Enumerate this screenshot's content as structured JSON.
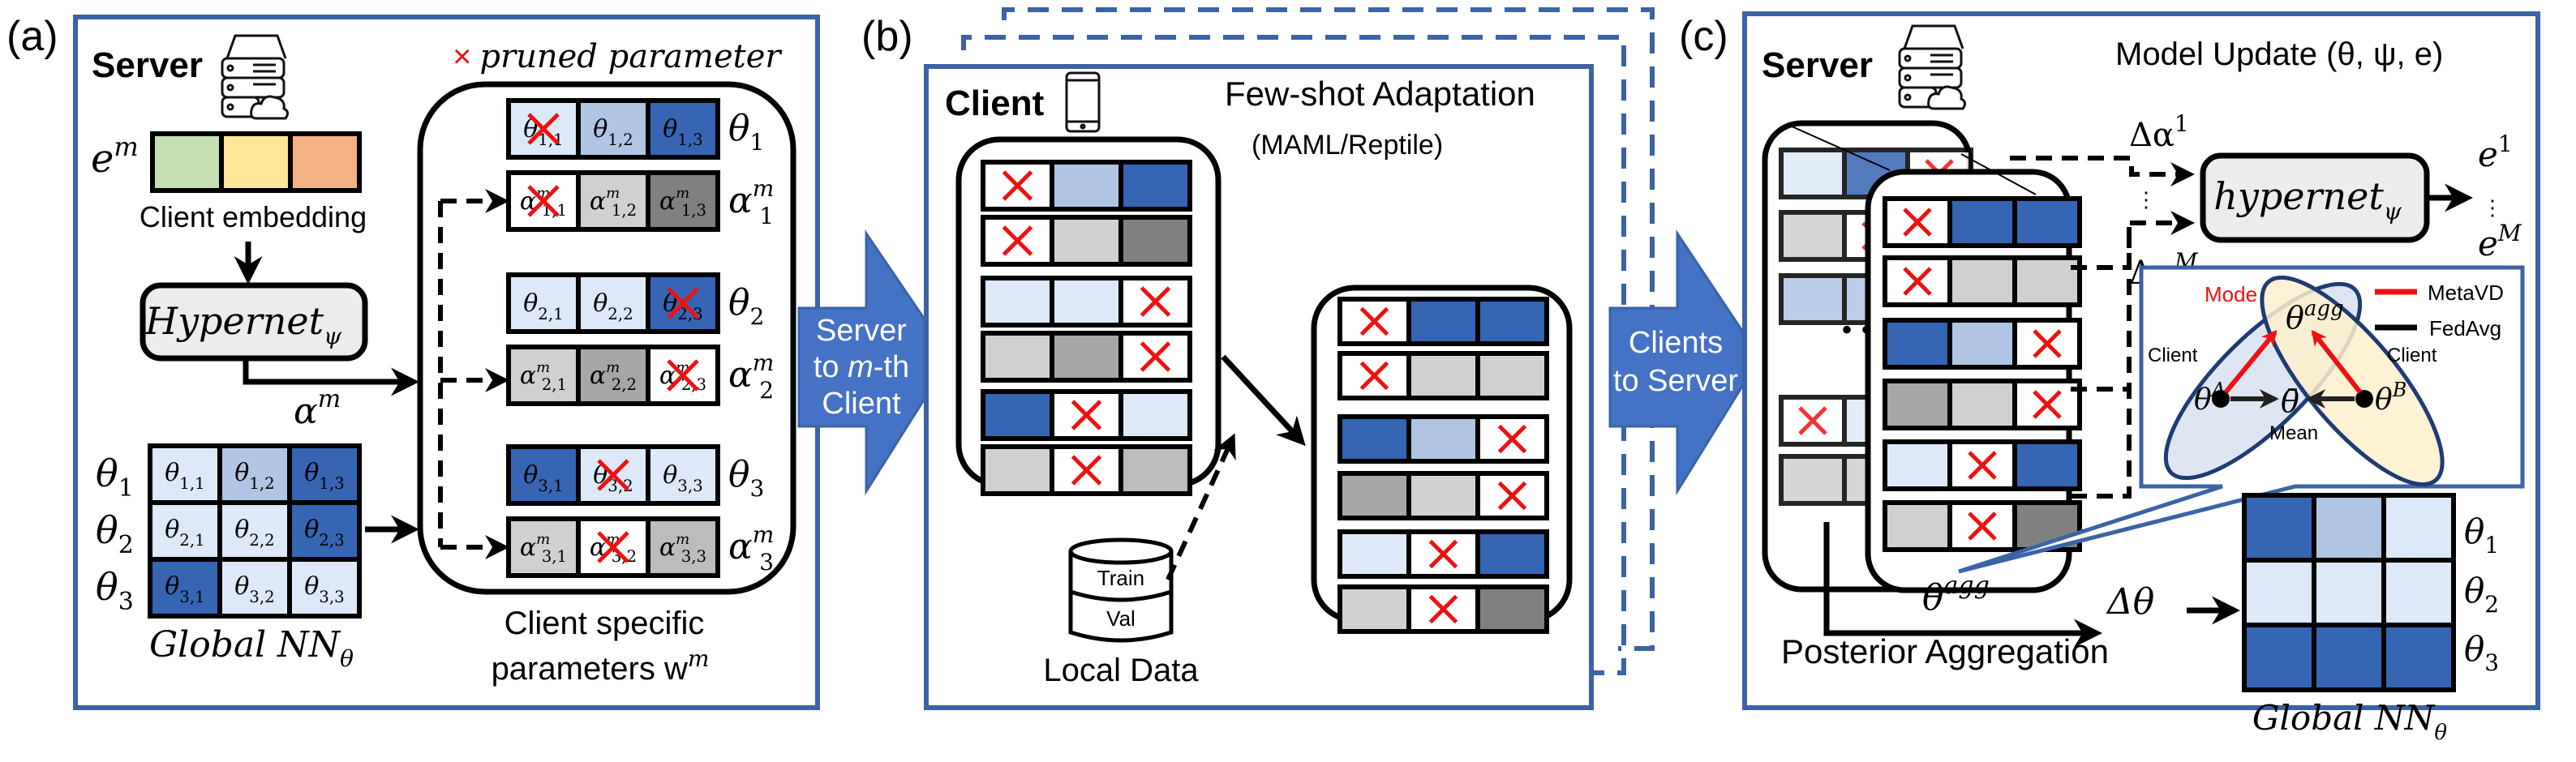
{
  "colors": {
    "panel_border": "#3b63a5",
    "arrow_fill": "#4472c4",
    "theta_dark": "#3565b3",
    "theta_mid": "#b0c5e4",
    "theta_light": "#dde9f8",
    "alpha_dark": "#808080",
    "alpha_mid": "#a6a6a6",
    "alpha_light": "#d0d0d0",
    "alpha_lighter": "#bcbcbc",
    "prune_red": "#ee1111",
    "emb_green": "#c5e0b4",
    "emb_yellow": "#ffe699",
    "emb_orange": "#f4b183",
    "hypernet_fill": "#ececec",
    "ellipse_blue": "#dae3f3",
    "ellipse_yellow": "#fdf0cc",
    "ellipse_stroke": "#1f3b73"
  },
  "panel_a": {
    "label": "(a)",
    "title": "Server",
    "server_icon": "server-cloud-icon",
    "embedding_symbol": "e",
    "embedding_sup": "m",
    "embedding_caption": "Client embedding",
    "hypernet_label": "Hypernet",
    "hypernet_sub": "ψ",
    "alpha_symbol": "α",
    "alpha_sup": "m",
    "legend_mark": "×",
    "legend_text": "pruned parameter",
    "global_caption": "Global NN",
    "global_caption_sub": "θ",
    "global_rows": [
      "θ1",
      "θ2",
      "θ3"
    ],
    "global_cells": [
      [
        "θ1,1",
        "θ1,2",
        "θ1,3"
      ],
      [
        "θ2,1",
        "θ2,2",
        "θ2,3"
      ],
      [
        "θ3,1",
        "θ3,2",
        "θ3,3"
      ]
    ],
    "client_caption_line1": "Client specific",
    "client_caption_line2": "parameters w",
    "client_caption_sup": "m",
    "client_rows": [
      {
        "label": "θ",
        "sub": "1",
        "sup": "",
        "cells": [
          "θ1,1",
          "θ1,2",
          "θ1,3"
        ],
        "pruned": [
          0
        ]
      },
      {
        "label": "α",
        "sub": "1",
        "sup": "m",
        "cells": [
          "α1,1",
          "α1,2",
          "α1,3"
        ],
        "pruned": [
          0
        ]
      },
      {
        "label": "θ",
        "sub": "2",
        "sup": "",
        "cells": [
          "θ2,1",
          "θ2,2",
          "θ2,3"
        ],
        "pruned": [
          2
        ]
      },
      {
        "label": "α",
        "sub": "2",
        "sup": "m",
        "cells": [
          "α2,1",
          "α2,2",
          "α2,3"
        ],
        "pruned": [
          2
        ]
      },
      {
        "label": "θ",
        "sub": "3",
        "sup": "",
        "cells": [
          "θ3,1",
          "θ3,2",
          "θ3,3"
        ],
        "pruned": [
          1
        ]
      },
      {
        "label": "α",
        "sub": "3",
        "sup": "m",
        "cells": [
          "α3,1",
          "α3,2",
          "α3,3"
        ],
        "pruned": [
          1
        ]
      }
    ]
  },
  "arrow_ab": {
    "line1": "Server",
    "line2_pre": "to ",
    "line2_em": "m",
    "line2_post": "-th",
    "line3": "Client"
  },
  "panel_b": {
    "label": "(b)",
    "title": "Client",
    "device_icon": "smartphone-icon",
    "adapt_title": "Few-shot Adaptation",
    "adapt_sub": "(MAML/Reptile)",
    "db_train": "Train",
    "db_val": "Val",
    "db_caption": "Local Data"
  },
  "arrow_bc": {
    "line1": "Clients",
    "line2": "to Server"
  },
  "panel_c": {
    "label": "(c)",
    "title": "Server",
    "server_icon": "server-cloud-icon",
    "update_title": "Model Update (θ, ψ, e)",
    "delta_alpha_1": "Δα",
    "delta_alpha_1_sup": "1",
    "delta_alpha_M": "Δα",
    "delta_alpha_M_sup": "M",
    "hypernet_label": "hypernet",
    "hypernet_sub": "ψ",
    "e1": "e",
    "e1_sup": "1",
    "eM": "e",
    "eM_sup": "M",
    "inset": {
      "mode_label": "Mode",
      "legend": [
        {
          "label": "MetaVD",
          "color": "#ee1111"
        },
        {
          "label": "FedAvg",
          "color": "#000000"
        }
      ],
      "client_left": "Client",
      "client_right": "Client",
      "theta_agg": "θ",
      "theta_agg_sup": "agg",
      "theta_A": "θ",
      "theta_A_sup": "A",
      "theta_B": "θ",
      "theta_B_sup": "B",
      "theta_bar": "θ̄",
      "mean_label": "Mean"
    },
    "theta_agg_label": "θ",
    "theta_agg_label_sup": "agg",
    "delta_theta": "Δθ",
    "posterior_caption": "Posterior Aggregation",
    "global_caption": "Global NN",
    "global_caption_sub": "θ",
    "global_rows": [
      "θ1",
      "θ2",
      "θ3"
    ]
  }
}
